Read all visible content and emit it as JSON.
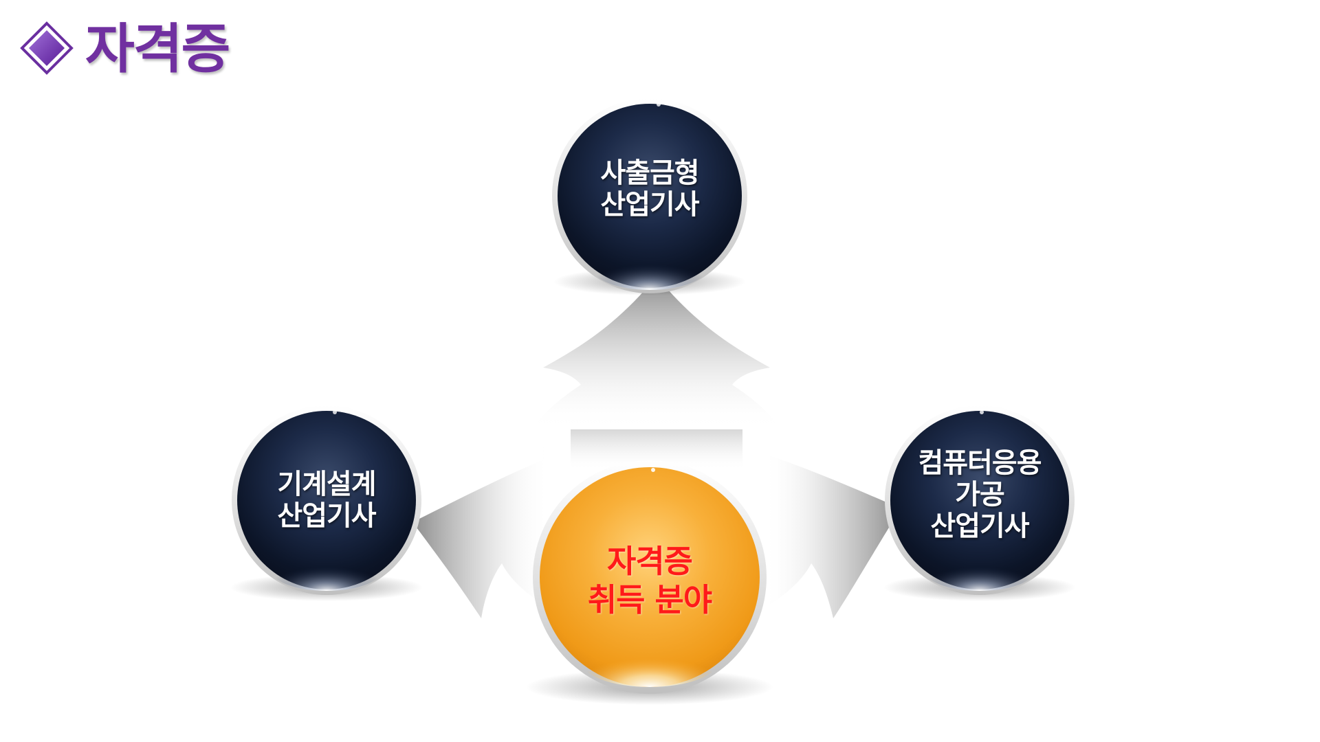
{
  "header": {
    "title": "자격증",
    "bullet_icon": "diamond-icon",
    "title_color": "#7030a0"
  },
  "diagram": {
    "center": {
      "lines": [
        "자격증",
        "취득 분야"
      ],
      "text_color": "#ff1a1a",
      "sphere_color": "#f6a623"
    },
    "nodes": {
      "top": {
        "lines": [
          "사출금형",
          "산업기사"
        ]
      },
      "left": {
        "lines": [
          "기계설계",
          "산업기사"
        ]
      },
      "right": {
        "lines": [
          "컴퓨터응용",
          "가공",
          "산업기사"
        ]
      }
    },
    "node_sphere_color": "#14213a",
    "arrow_color": "#9a9a9a"
  }
}
